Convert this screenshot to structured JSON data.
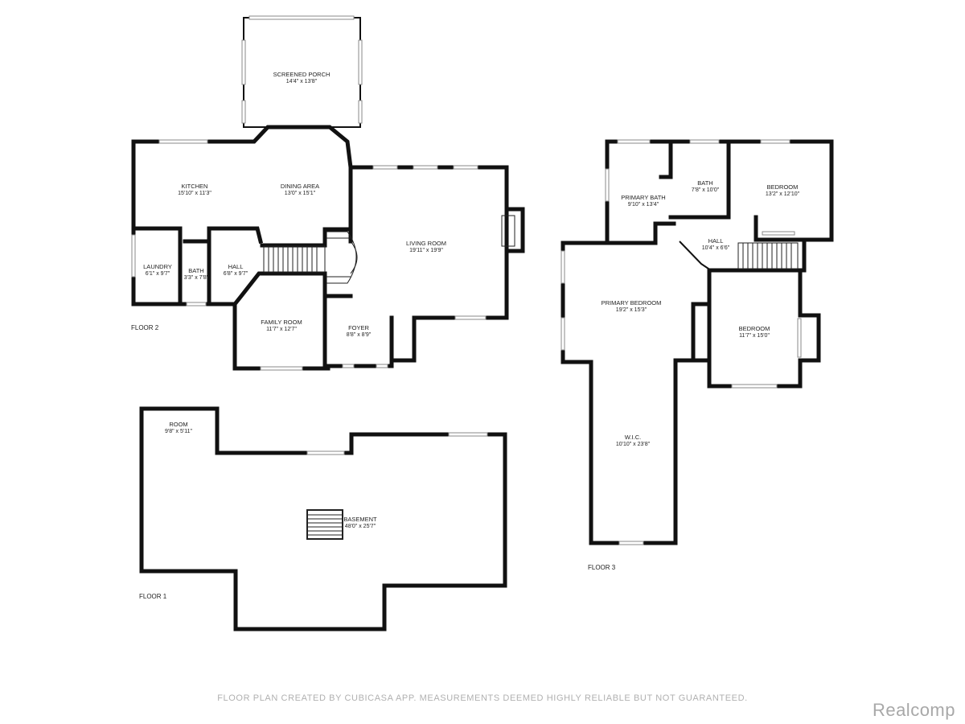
{
  "floors": [
    {
      "label": "FLOOR 2",
      "rooms": [
        {
          "name": "SCREENED PORCH",
          "size": "14'4\" x 13'8\""
        },
        {
          "name": "KITCHEN",
          "size": "15'10\" x 11'3\""
        },
        {
          "name": "DINING AREA",
          "size": "13'0\" x 15'1\""
        },
        {
          "name": "LIVING ROOM",
          "size": "19'11\" x 19'9\""
        },
        {
          "name": "LAUNDRY",
          "size": "6'1\" x 9'7\""
        },
        {
          "name": "BATH",
          "size": "3'3\" x 7'8\""
        },
        {
          "name": "HALL",
          "size": "6'8\" x 9'7\""
        },
        {
          "name": "FAMILY ROOM",
          "size": "11'7\" x 12'7\""
        },
        {
          "name": "FOYER",
          "size": "8'8\" x 8'9\""
        }
      ]
    },
    {
      "label": "FLOOR 1",
      "rooms": [
        {
          "name": "ROOM",
          "size": "9'8\" x 5'11\""
        },
        {
          "name": "BASEMENT",
          "size": "48'0\" x 25'7\""
        }
      ]
    },
    {
      "label": "FLOOR 3",
      "rooms": [
        {
          "name": "PRIMARY BATH",
          "size": "9'10\" x 13'4\""
        },
        {
          "name": "BATH",
          "size": "7'8\" x 10'0\""
        },
        {
          "name": "BEDROOM",
          "size": "13'2\" x 12'10\""
        },
        {
          "name": "HALL",
          "size": "10'4\" x 6'6\""
        },
        {
          "name": "PRIMARY BEDROOM",
          "size": "19'2\" x 15'3\""
        },
        {
          "name": "BEDROOM",
          "size": "11'7\" x 15'0\""
        },
        {
          "name": "W.I.C.",
          "size": "10'10\" x 23'8\""
        }
      ]
    }
  ],
  "footer": "FLOOR PLAN CREATED BY CUBICASA APP. MEASUREMENTS DEEMED HIGHLY RELIABLE BUT NOT GUARANTEED.",
  "brand": "Realcomp"
}
